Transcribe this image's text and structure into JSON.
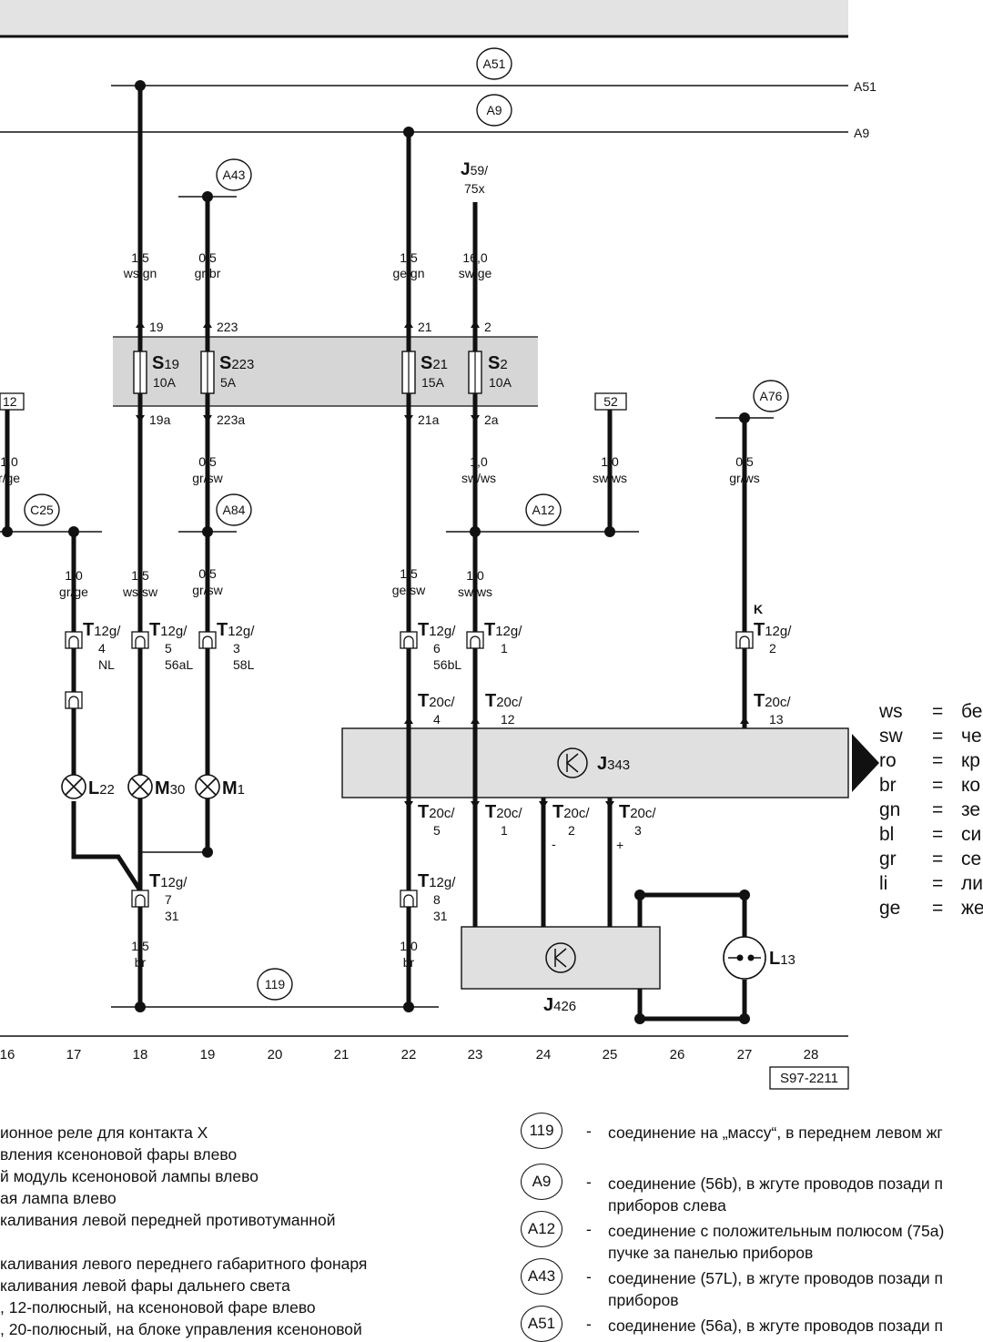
{
  "buses": {
    "a51": {
      "label": "A51",
      "end_label": "A51"
    },
    "a9": {
      "label": "A9",
      "end_label": "A9"
    }
  },
  "connection_points": {
    "a43": "A43",
    "a84": "A84",
    "c25": "C25",
    "a12": "A12",
    "a76": "A76",
    "g119": "119"
  },
  "relay_ref": {
    "main": "J",
    "sub": "59/",
    "line2": "75x"
  },
  "boxes": {
    "left12": "12",
    "b52": "52",
    "ref_code": "S97-2211"
  },
  "fuses": [
    {
      "letter": "S",
      "sub": "19",
      "rating": "10A",
      "in_pin": "19",
      "out_pin": "19a"
    },
    {
      "letter": "S",
      "sub": "223",
      "rating": "5A",
      "in_pin": "223",
      "out_pin": "223a"
    },
    {
      "letter": "S",
      "sub": "21",
      "rating": "15A",
      "in_pin": "21",
      "out_pin": "21a"
    },
    {
      "letter": "S",
      "sub": "2",
      "rating": "10A",
      "in_pin": "2",
      "out_pin": "2a"
    }
  ],
  "wires": {
    "w18_top": {
      "size": "1,5",
      "color": "ws/gn"
    },
    "w19_top": {
      "size": "0,5",
      "color": "gr/br"
    },
    "w22_top": {
      "size": "1,5",
      "color": "ge/gn"
    },
    "w23_top": {
      "size": "16,0",
      "color": "sw/ge"
    },
    "w0_mid": {
      "size": "1,0",
      "color": "r/ge"
    },
    "w19_mid": {
      "size": "0,5",
      "color": "gr/sw"
    },
    "w23_mid": {
      "size": "1,0",
      "color": "sw/ws"
    },
    "w25_mid": {
      "size": "1,0",
      "color": "sw/ws"
    },
    "w27_mid": {
      "size": "0,5",
      "color": "gr/ws"
    },
    "w17_low": {
      "size": "1,0",
      "color": "gr/ge"
    },
    "w18_low": {
      "size": "1,5",
      "color": "ws/sw"
    },
    "w19_low": {
      "size": "0,5",
      "color": "gr/sw"
    },
    "w22_low": {
      "size": "1,5",
      "color": "ge/sw"
    },
    "w23_low": {
      "size": "1,0",
      "color": "sw/ws"
    },
    "w18_bot": {
      "size": "1,5",
      "color": "br"
    },
    "w22_bot": {
      "size": "1,0",
      "color": "br"
    }
  },
  "connectors_t12": [
    {
      "main": "T",
      "sub": "12g/",
      "pin": "4",
      "sig": "NL"
    },
    {
      "main": "T",
      "sub": "12g/",
      "pin": "5",
      "sig": "56aL"
    },
    {
      "main": "T",
      "sub": "12g/",
      "pin": "3",
      "sig": "58L"
    },
    {
      "main": "T",
      "sub": "12g/",
      "pin": "6",
      "sig": "56bL"
    },
    {
      "main": "T",
      "sub": "12g/",
      "pin": "1",
      "sig": ""
    },
    {
      "main": "T",
      "sub": "12g/",
      "pin": "2",
      "sig": ""
    },
    {
      "main": "T",
      "sub": "12g/",
      "pin": "7",
      "sig": "31"
    },
    {
      "main": "T",
      "sub": "12g/",
      "pin": "8",
      "sig": "31"
    }
  ],
  "k_mark": "K",
  "connectors_t20": [
    {
      "main": "T",
      "sub": "20c/",
      "pin": "4"
    },
    {
      "main": "T",
      "sub": "20c/",
      "pin": "12"
    },
    {
      "main": "T",
      "sub": "20c/",
      "pin": "13"
    },
    {
      "main": "T",
      "sub": "20c/",
      "pin": "5"
    },
    {
      "main": "T",
      "sub": "20c/",
      "pin": "1"
    },
    {
      "main": "T",
      "sub": "20c/",
      "pin": "2"
    },
    {
      "main": "T",
      "sub": "20c/",
      "pin": "3"
    }
  ],
  "polarity": {
    "minus": "-",
    "plus": "+"
  },
  "components": {
    "j343": {
      "main": "J",
      "sub": "343"
    },
    "j426": {
      "main": "J",
      "sub": "426"
    },
    "l22": {
      "main": "L",
      "sub": "22"
    },
    "m30": {
      "main": "M",
      "sub": "30"
    },
    "m1": {
      "main": "M",
      "sub": "1"
    },
    "l13": {
      "main": "L",
      "sub": "13"
    }
  },
  "track_numbers": [
    "16",
    "17",
    "18",
    "19",
    "20",
    "21",
    "22",
    "23",
    "24",
    "25",
    "26",
    "27",
    "28"
  ],
  "legend": [
    {
      "code": "ws",
      "eq": "=",
      "text": "бе"
    },
    {
      "code": "sw",
      "eq": "=",
      "text": "че"
    },
    {
      "code": "ro",
      "eq": "=",
      "text": "кр"
    },
    {
      "code": "br",
      "eq": "=",
      "text": "ко"
    },
    {
      "code": "gn",
      "eq": "=",
      "text": "зе"
    },
    {
      "code": "bl",
      "eq": "=",
      "text": "си"
    },
    {
      "code": "gr",
      "eq": "=",
      "text": "се"
    },
    {
      "code": "li",
      "eq": "=",
      "text": "ли"
    },
    {
      "code": "ge",
      "eq": "=",
      "text": "же"
    }
  ],
  "footer_left": [
    "ионное реле для контакта X",
    "вления ксеноновой фары влево",
    "й модуль ксеноновой лампы влево",
    "ая лампа влево",
    "каливания левой передней противотуманной",
    "",
    "каливания левого переднего габаритного фонаря",
    "каливания левой фары дальнего света",
    ", 12-полюсный, на ксеноновой фаре влево",
    ", 20-полюсный, на блоке управления ксеноновой"
  ],
  "footer_right": [
    {
      "ref": "119",
      "dash": "-",
      "lines": [
        "соединение на „массу“, в переднем левом жг"
      ]
    },
    {
      "ref": "A9",
      "dash": "-",
      "lines": [
        "соединение (56b), в жгуте проводов позади п",
        "приборов слева"
      ]
    },
    {
      "ref": "A12",
      "dash": "-",
      "lines": [
        "соединение с положительным полюсом (75a)",
        "пучке за панелью приборов"
      ]
    },
    {
      "ref": "A43",
      "dash": "-",
      "lines": [
        "соединение (57L), в жгуте проводов позади п",
        "приборов"
      ]
    },
    {
      "ref": "A51",
      "dash": "-",
      "lines": [
        "соединение (56a), в жгуте проводов позади п"
      ]
    }
  ]
}
